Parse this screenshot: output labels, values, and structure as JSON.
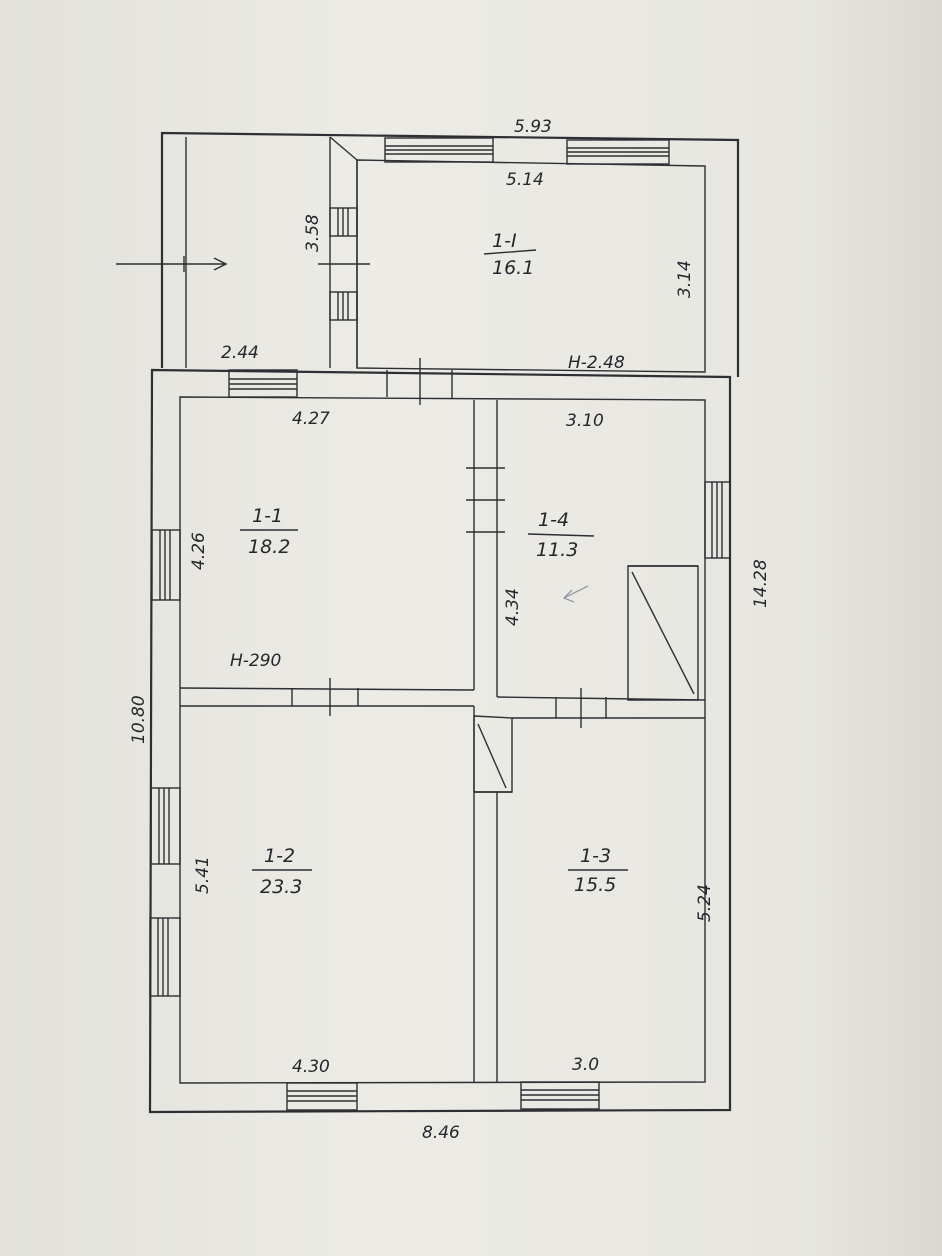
{
  "plan": {
    "rooms": [
      {
        "id": "1-I",
        "area": "16.1"
      },
      {
        "id": "1-1",
        "area": "18.2"
      },
      {
        "id": "1-4",
        "area": "11.3"
      },
      {
        "id": "1-2",
        "area": "23.3"
      },
      {
        "id": "1-3",
        "area": "15.5"
      }
    ],
    "dimensions": {
      "top_outer": "5.93",
      "top_inner": "5.14",
      "porch_height": "3.58",
      "room_1I_height": "3.14",
      "porch_width": "2.44",
      "ceiling_top": "H-2.48",
      "room_1_1_width": "4.27",
      "room_1_4_width": "3.10",
      "room_1_1_height": "4.26",
      "right_total": "14.28",
      "room_1_4_height": "4.34",
      "ceiling_main": "H-290",
      "left_total": "10.80",
      "room_1_2_height": "5.41",
      "room_1_3_height": "5.24",
      "room_1_2_width": "4.30",
      "room_1_3_width": "3.0",
      "bottom_total": "8.46"
    },
    "ink_color": "#2e2e34",
    "paper_color": "#e6e5df"
  }
}
